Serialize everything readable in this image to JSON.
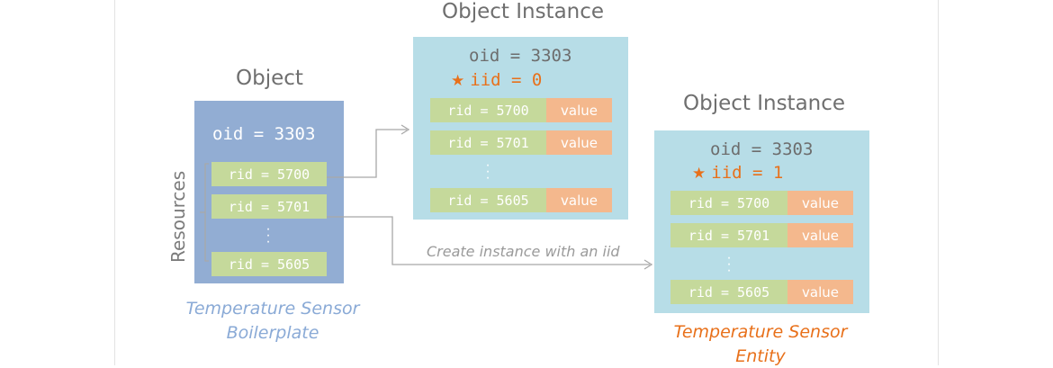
{
  "left_object": {
    "title": "Object",
    "oid": "oid = 3303",
    "side_label": "Resources",
    "rows": [
      "rid = 5700",
      "rid = 5701",
      "rid = 5605"
    ],
    "caption_line1": "Temperature Sensor",
    "caption_line2": "Boilerplate"
  },
  "instance_0": {
    "title": "Object Instance",
    "oid": "oid = 3303",
    "iid": "iid = 0",
    "rows": [
      {
        "rid": "rid = 5700",
        "value": "value"
      },
      {
        "rid": "rid = 5701",
        "value": "value"
      },
      {
        "rid": "rid = 5605",
        "value": "value"
      }
    ]
  },
  "instance_1": {
    "title": "Object Instance",
    "oid": "oid = 3303",
    "iid": "iid = 1",
    "rows": [
      {
        "rid": "rid = 5700",
        "value": "value"
      },
      {
        "rid": "rid = 5701",
        "value": "value"
      },
      {
        "rid": "rid = 5605",
        "value": "value"
      }
    ],
    "caption_line1": "Temperature Sensor",
    "caption_line2": "Entity"
  },
  "arrow_label": "Create instance with an iid",
  "colors": {
    "object_box": "#92add3",
    "instance_box": "#b7dde7",
    "rid_cell": "#c5d99b",
    "value_cell": "#f4b88d",
    "iid_text": "#e8701a",
    "boilerplate_caption": "#8aaad6",
    "entity_caption": "#e8701a"
  },
  "icons": {
    "iid_marker": "star-icon"
  }
}
